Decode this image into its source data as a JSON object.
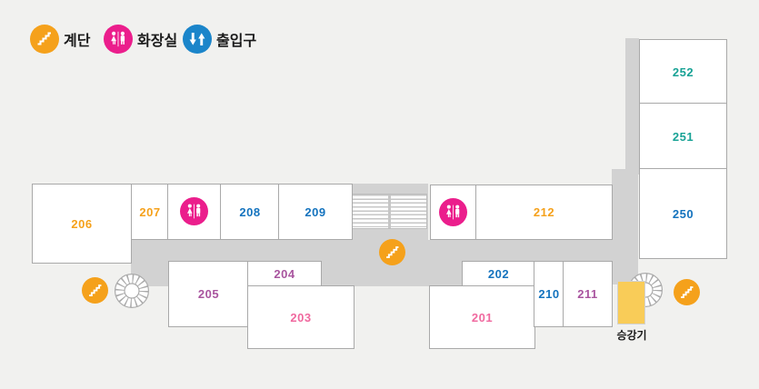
{
  "legend": {
    "items": [
      {
        "label": "계단",
        "icon": "stairs-icon",
        "color": "orange"
      },
      {
        "label": "화장실",
        "icon": "restroom-icon",
        "color": "magenta"
      },
      {
        "label": "출입구",
        "icon": "entrance-icon",
        "color": "entrance-blue"
      }
    ]
  },
  "rooms": {
    "r206": {
      "label": "206",
      "color": "orange"
    },
    "r207": {
      "label": "207",
      "color": "orange"
    },
    "r208": {
      "label": "208",
      "color": "blue"
    },
    "r209": {
      "label": "209",
      "color": "blue"
    },
    "r212": {
      "label": "212",
      "color": "orange"
    },
    "r252": {
      "label": "252",
      "color": "teal"
    },
    "r251": {
      "label": "251",
      "color": "teal"
    },
    "r250": {
      "label": "250",
      "color": "blue"
    },
    "r205": {
      "label": "205",
      "color": "purple"
    },
    "r204": {
      "label": "204",
      "color": "purple"
    },
    "r203": {
      "label": "203",
      "color": "pink"
    },
    "r202": {
      "label": "202",
      "color": "blue"
    },
    "r201": {
      "label": "201",
      "color": "pink"
    },
    "r210": {
      "label": "210",
      "color": "blue"
    },
    "r211": {
      "label": "211",
      "color": "purple"
    }
  },
  "elevator": {
    "label": "승강기"
  },
  "colors": {
    "orange": "#f5a11b",
    "magenta": "#eb1e8c",
    "entrance-blue": "#1b85ca",
    "blue": "#1473be",
    "teal": "#18a295",
    "purple": "#a9559f",
    "pink": "#f0699f",
    "bg": "#f1f1ef",
    "corridor": "#d2d2d2",
    "elevator-yellow": "#f9cc58",
    "label-text": "#1a1a1a"
  }
}
